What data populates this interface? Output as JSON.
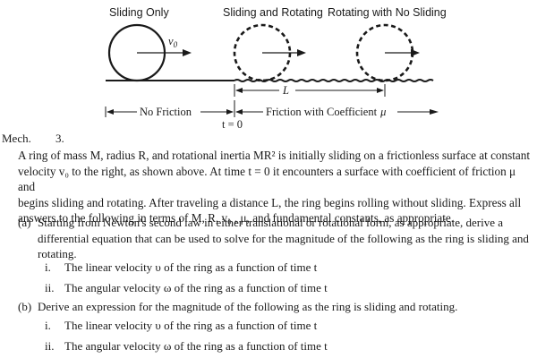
{
  "figure": {
    "headings": {
      "left": "Sliding Only",
      "middle": "Sliding and Rotating",
      "right": "Rotating with No Sliding"
    },
    "velocity_label": "v",
    "velocity_subscript": "0",
    "distance_label": "L",
    "no_friction_label": "No Friction",
    "friction_label": "Friction with Coefficient",
    "friction_symbol": "μ",
    "time_label": "t = 0"
  },
  "problem": {
    "label": "Mech.",
    "number": "3.",
    "intro_lines": [
      "A ring of mass M, radius R, and rotational inertia MR² is initially sliding on a frictionless surface at constant",
      "velocity v₀ to the right, as shown above. At time t = 0 it encounters a surface with coefficient of friction μ and",
      "begins sliding and rotating. After traveling a distance L, the ring begins rolling without sliding. Express all",
      "answers to the following in terms of M, R, v₀ , μ, and fundamental constants, as appropriate."
    ],
    "parts": [
      {
        "label": "(a)",
        "text_lines": [
          "Starting from Newton's second law in either translational or rotational form, as appropriate, derive a",
          "differential equation that can be used to solve for the magnitude of the following as the ring is sliding and",
          "rotating."
        ],
        "items": [
          {
            "roman": "i.",
            "text": "The linear velocity υ of the ring as a function of time t"
          },
          {
            "roman": "ii.",
            "text": "The angular velocity ω of the ring as a function of time t"
          }
        ]
      },
      {
        "label": "(b)",
        "text_lines": [
          "Derive an expression for the magnitude of the following as the ring is sliding and rotating."
        ],
        "items": [
          {
            "roman": "i.",
            "text": "The linear velocity υ of the ring as a function of time t"
          },
          {
            "roman": "ii.",
            "text": "The angular velocity ω of the ring as a function of time t"
          }
        ]
      }
    ]
  }
}
